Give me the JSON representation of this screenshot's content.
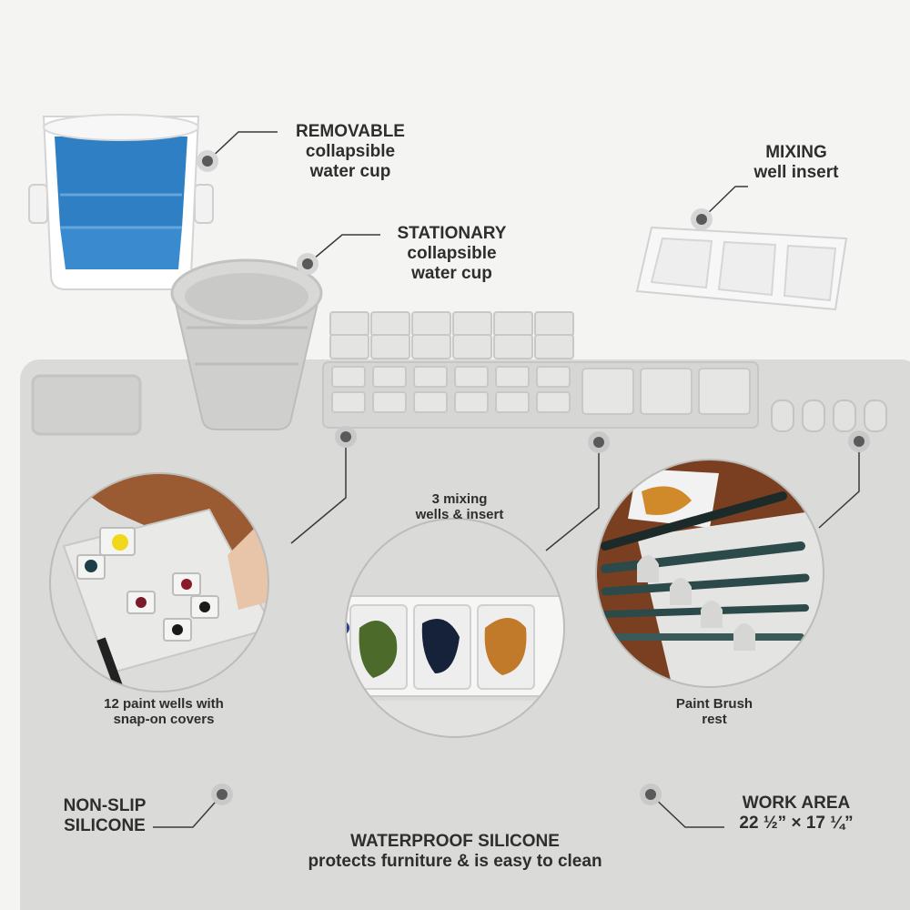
{
  "callouts": {
    "removable": {
      "line1": "REMOVABLE",
      "line2": "collapsible",
      "line3": "water cup"
    },
    "mixing": {
      "line1": "MIXING",
      "line2": "well insert"
    },
    "stationary": {
      "line1": "STATIONARY",
      "line2": "collapsible",
      "line3": "water cup"
    },
    "mixing_wells": {
      "line1": "3 mixing",
      "line2": "wells & insert"
    },
    "paint_wells": {
      "line1": "12 paint wells with",
      "line2": "snap-on covers"
    },
    "brush_rest": {
      "line1": "Paint Brush",
      "line2": "rest"
    },
    "non_slip": {
      "line1": "NON-SLIP",
      "line2": "SILICONE"
    },
    "work_area": {
      "line1": "WORK AREA",
      "line2": "22 ½” × 17 ¼”"
    },
    "waterproof": {
      "line1": "WATERPROOF SILICONE",
      "line2": "protects furniture & is easy to clean"
    }
  },
  "colors": {
    "background": "#f4f4f3",
    "mat": "#dadad8",
    "text": "#2e2e2e",
    "cup_blue": "#2f7fc4",
    "marker": "#8a8a8a"
  }
}
